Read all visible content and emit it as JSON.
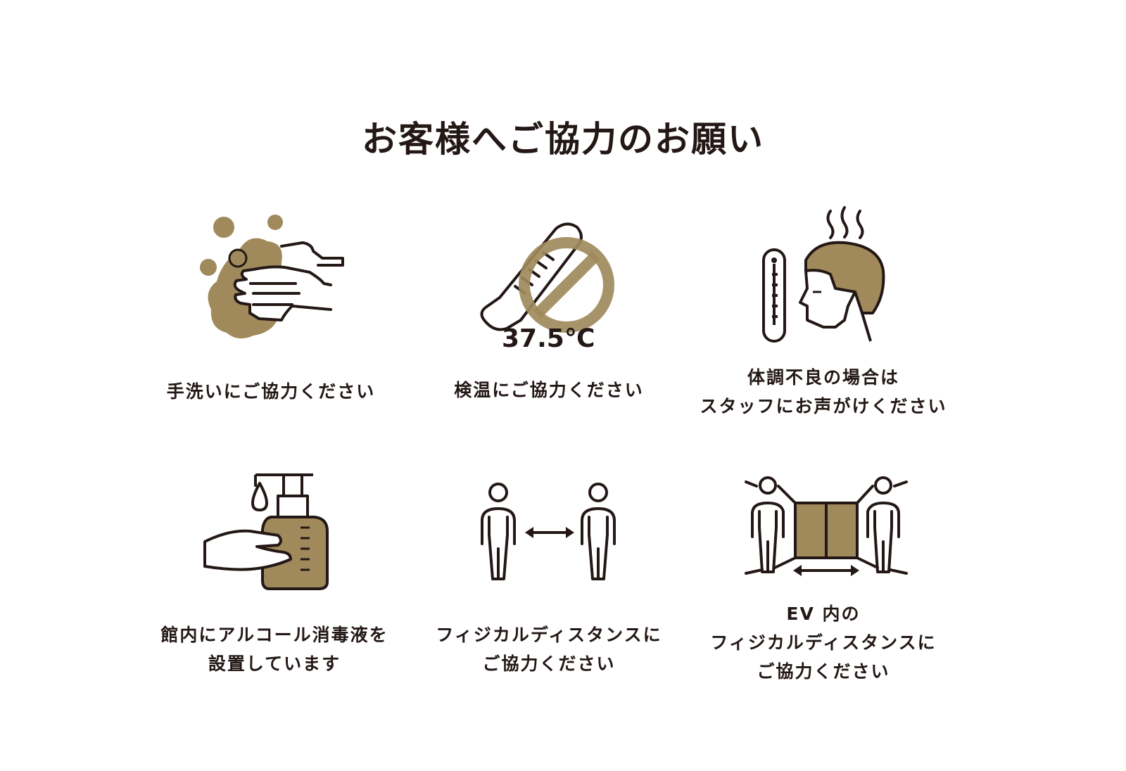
{
  "title": "お客様へご協力のお願い",
  "colors": {
    "accent": "#a08a5c",
    "ink": "#231815",
    "background": "#ffffff"
  },
  "items": [
    {
      "icon": "handwashing-icon",
      "lines": [
        "手洗いにご協力ください"
      ]
    },
    {
      "icon": "thermometer-no-icon",
      "temperature": "37.5℃",
      "lines": [
        "検温にご協力ください"
      ]
    },
    {
      "icon": "feverish-person-icon",
      "lines": [
        "体調不良の場合は",
        "スタッフにお声がけください"
      ]
    },
    {
      "icon": "hand-sanitizer-icon",
      "lines": [
        "館内にアルコール消毒液を",
        "設置しています"
      ]
    },
    {
      "icon": "physical-distance-icon",
      "lines": [
        "フィジカルディスタンスに",
        "ご協力ください"
      ]
    },
    {
      "icon": "elevator-distance-icon",
      "lines": [
        "EV 内の",
        "フィジカルディスタンスに",
        "ご協力ください"
      ]
    }
  ]
}
